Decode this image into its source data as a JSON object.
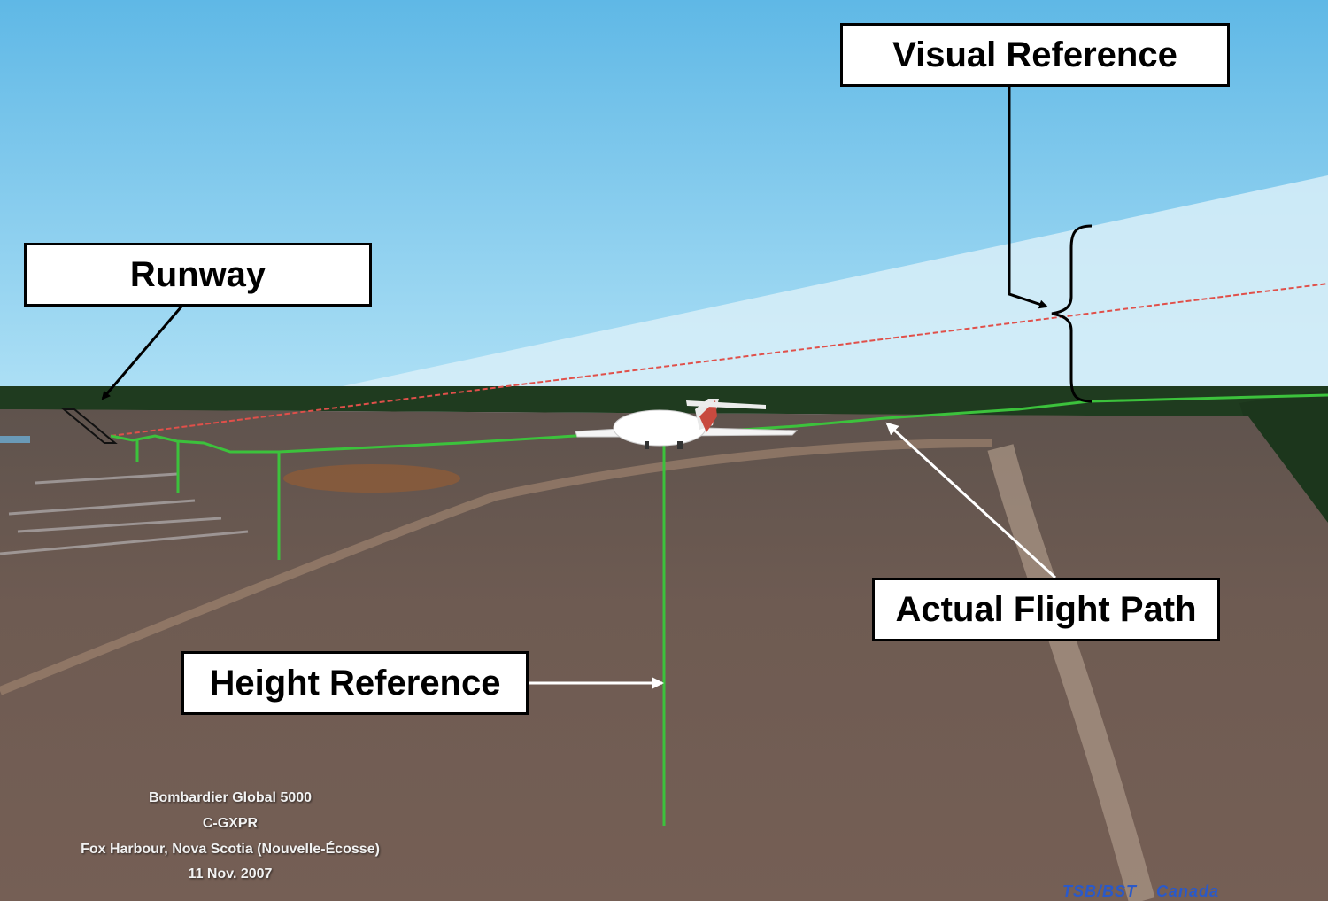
{
  "callouts": {
    "visual_reference": "Visual Reference",
    "runway": "Runway",
    "actual_flight_path": "Actual Flight Path",
    "height_reference": "Height Reference"
  },
  "caption": {
    "aircraft": "Bombardier Global 5000",
    "registration": "C-GXPR",
    "location": "Fox Harbour, Nova Scotia (Nouvelle-Écosse)",
    "date": "11 Nov. 2007"
  },
  "credit": {
    "agency": "TSB/BST",
    "country": "Canada"
  },
  "colors": {
    "sky_top": "#5fb8e6",
    "sky_bottom": "#aee0f5",
    "visual_wedge": "#d4ecf7",
    "treeline": "#1f3b1f",
    "ground": "#6f5a50",
    "flight_path": "#3cc23c",
    "sightline": "#e0504a",
    "credit_text": "#2a59c9"
  }
}
